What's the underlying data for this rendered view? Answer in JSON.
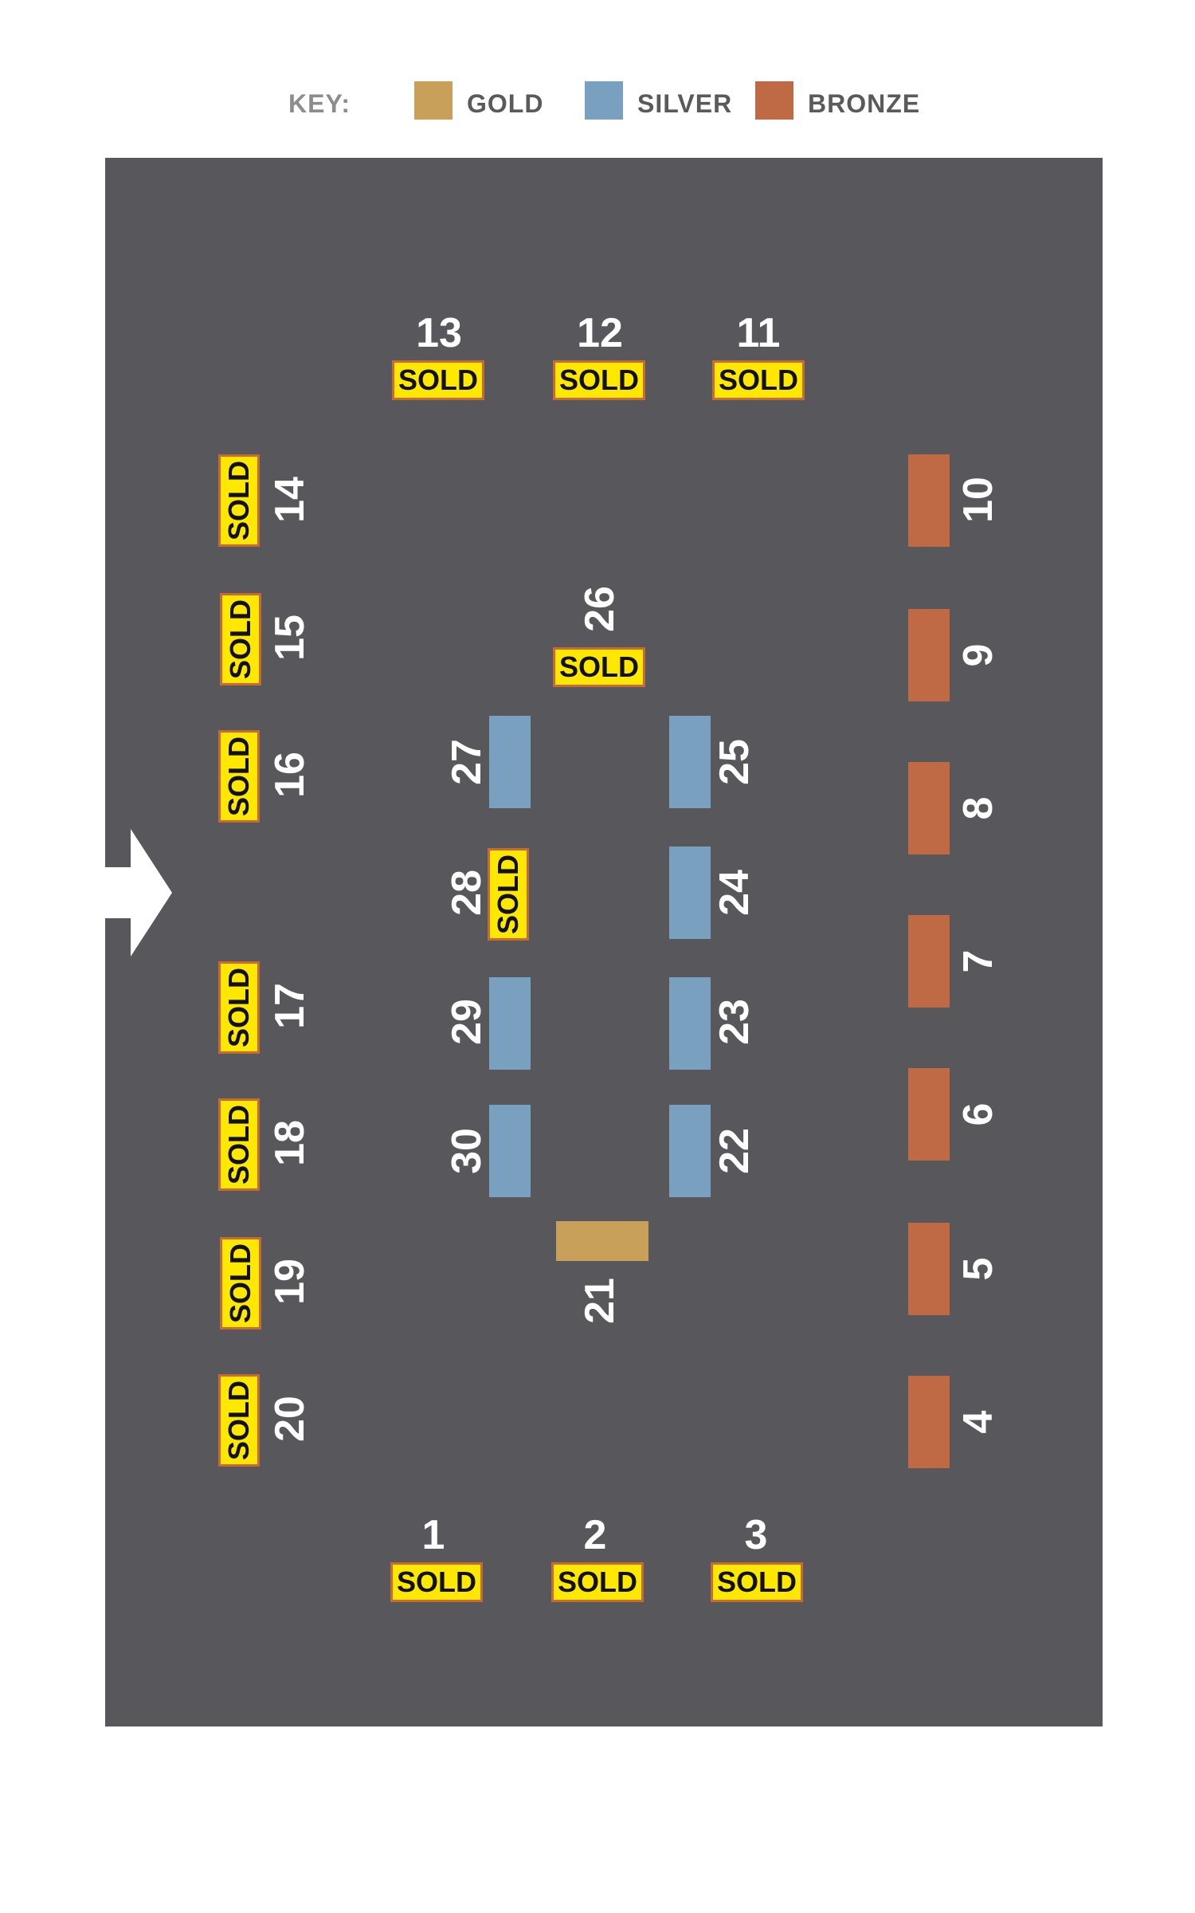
{
  "key": {
    "title": "KEY:",
    "items": [
      {
        "label": "GOLD",
        "color": "#c9a05a"
      },
      {
        "label": "SILVER",
        "color": "#79a1bf"
      },
      {
        "label": "BRONZE",
        "color": "#bf6a44"
      }
    ]
  },
  "sold_label": "SOLD",
  "entry_icon": "arrow-right-icon",
  "booths": [
    {
      "id": "1",
      "tier": "sold"
    },
    {
      "id": "2",
      "tier": "sold"
    },
    {
      "id": "3",
      "tier": "sold"
    },
    {
      "id": "4",
      "tier": "bronze"
    },
    {
      "id": "5",
      "tier": "bronze"
    },
    {
      "id": "6",
      "tier": "bronze"
    },
    {
      "id": "7",
      "tier": "bronze"
    },
    {
      "id": "8",
      "tier": "bronze"
    },
    {
      "id": "9",
      "tier": "bronze"
    },
    {
      "id": "10",
      "tier": "bronze"
    },
    {
      "id": "11",
      "tier": "sold"
    },
    {
      "id": "12",
      "tier": "sold"
    },
    {
      "id": "13",
      "tier": "sold"
    },
    {
      "id": "14",
      "tier": "sold"
    },
    {
      "id": "15",
      "tier": "sold"
    },
    {
      "id": "16",
      "tier": "sold"
    },
    {
      "id": "17",
      "tier": "sold"
    },
    {
      "id": "18",
      "tier": "sold"
    },
    {
      "id": "19",
      "tier": "sold"
    },
    {
      "id": "20",
      "tier": "sold"
    },
    {
      "id": "21",
      "tier": "gold"
    },
    {
      "id": "22",
      "tier": "silver"
    },
    {
      "id": "23",
      "tier": "silver"
    },
    {
      "id": "24",
      "tier": "silver"
    },
    {
      "id": "25",
      "tier": "silver"
    },
    {
      "id": "26",
      "tier": "sold"
    },
    {
      "id": "27",
      "tier": "silver"
    },
    {
      "id": "28",
      "tier": "sold"
    },
    {
      "id": "29",
      "tier": "silver"
    },
    {
      "id": "30",
      "tier": "silver"
    }
  ]
}
